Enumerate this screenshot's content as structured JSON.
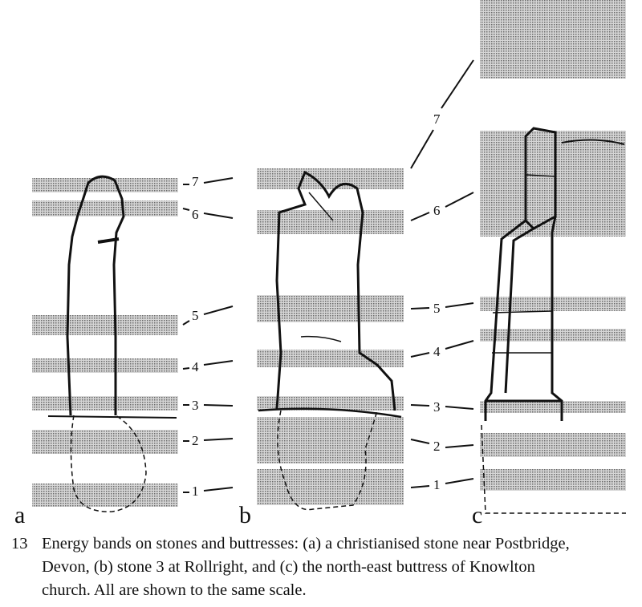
{
  "figure": {
    "panels": [
      {
        "letter": "a",
        "bands": [
          "1",
          "2",
          "3",
          "4",
          "5",
          "6",
          "7"
        ]
      },
      {
        "letter": "b",
        "bands": [
          "1",
          "2",
          "3",
          "4",
          "5",
          "6",
          "7"
        ]
      },
      {
        "letter": "c",
        "bands": [
          "1",
          "2",
          "3",
          "4",
          "5",
          "6",
          "7"
        ]
      }
    ],
    "band_fill_color": "#b8b8b8"
  },
  "caption": {
    "number": "13",
    "line1": "Energy bands on stones and buttresses: (a) a christianised stone near Postbridge,",
    "line2": "Devon, (b) stone 3 at Rollright, and (c) the north-east buttress of Knowlton",
    "line3": "church. All are shown to the same scale."
  }
}
